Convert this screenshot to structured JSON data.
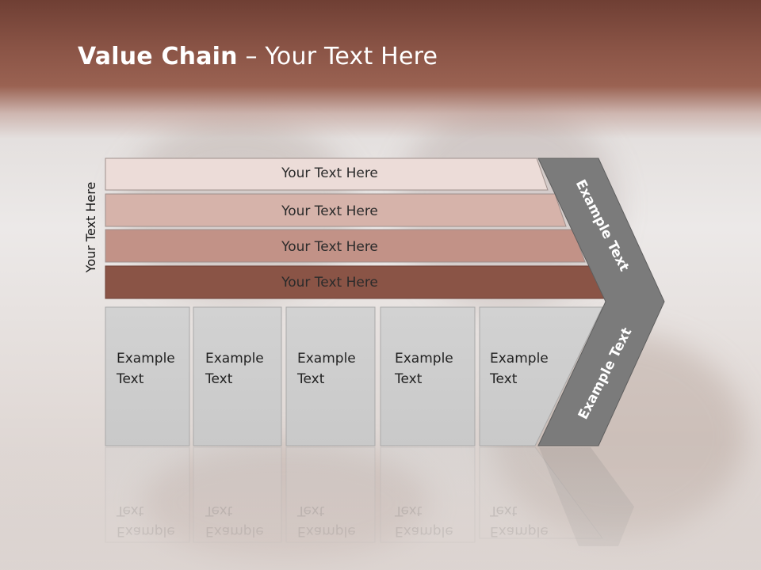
{
  "slide": {
    "title_bold": "Value Chain",
    "title_rest": " – Your Text Here",
    "side_label": "Your Text Here"
  },
  "bars": [
    {
      "label": "Your Text Here",
      "color": "#ecdcd8"
    },
    {
      "label": "Your Text Here",
      "color": "#d6b3aa"
    },
    {
      "label": "Your Text Here",
      "color": "#c29287"
    },
    {
      "label": "Your Text Here",
      "color": "#8a5446"
    }
  ],
  "boxes": [
    {
      "label": "Example\nText"
    },
    {
      "label": "Example\nText"
    },
    {
      "label": "Example\nText"
    },
    {
      "label": "Example\nText"
    },
    {
      "label": "Example\nText"
    }
  ],
  "chevron": {
    "top_label": "Example Text",
    "bottom_label": "Example Text",
    "color": "#7b7b7b"
  },
  "colors": {
    "header": "#8a5446",
    "box_fill": "#cfcfcf",
    "box_border": "#a9a9a9"
  }
}
